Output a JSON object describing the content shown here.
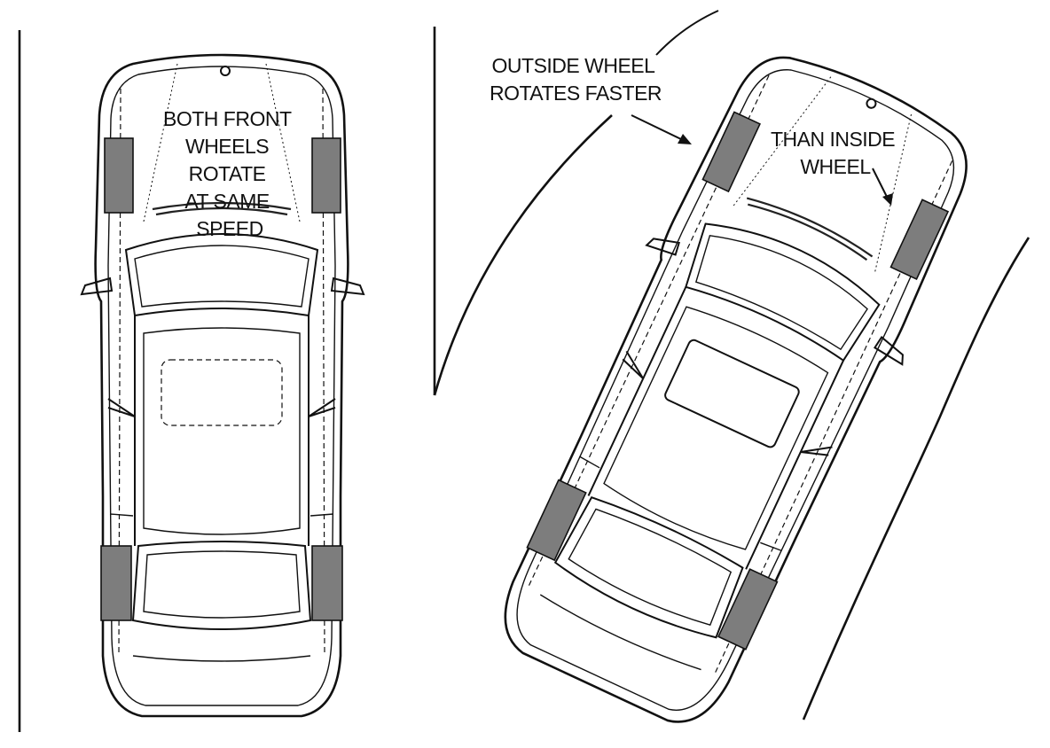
{
  "left_car": {
    "label_lines": [
      "BOTH FRONT",
      "WHEELS",
      "ROTATE",
      "AT SAME",
      "SPEED"
    ]
  },
  "right_car": {
    "outside_label_lines": [
      "OUTSIDE WHEEL",
      "ROTATES FASTER"
    ],
    "inside_label_lines": [
      "THAN INSIDE",
      "WHEEL"
    ]
  },
  "colors": {
    "line": "#111111",
    "wheel_fill": "#7d7d7d",
    "background": "#ffffff"
  }
}
